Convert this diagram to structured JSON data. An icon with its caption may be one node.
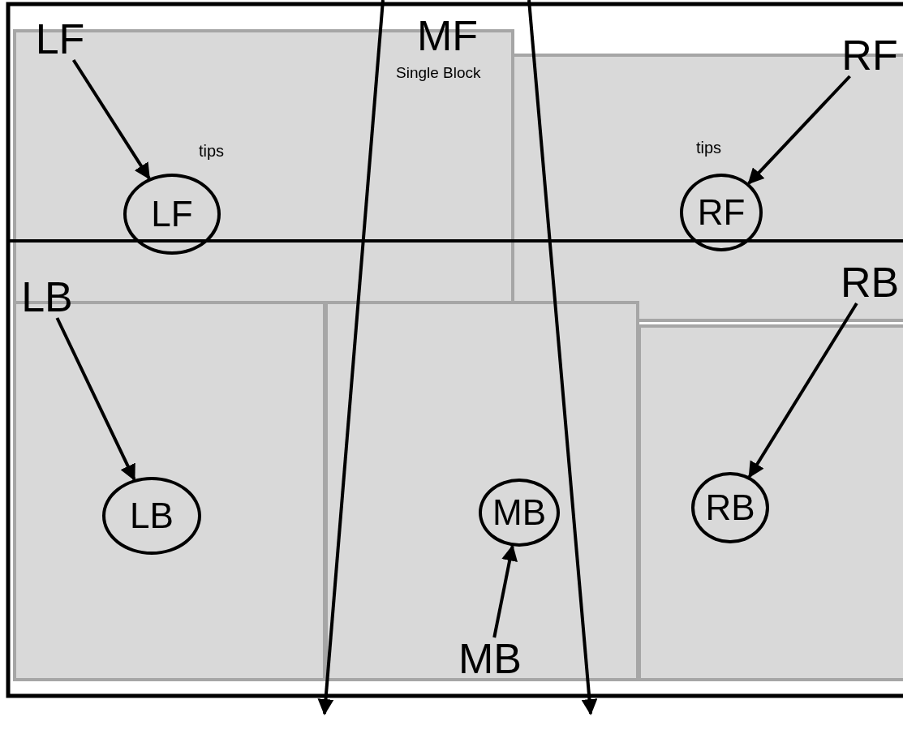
{
  "diagram": {
    "nodes": [
      {
        "text": [
          "LF"
        ]
      },
      {
        "text": [
          "RF"
        ]
      },
      {
        "text": [
          "LF"
        ]
      },
      {
        "text": [
          "RF"
        ]
      },
      {
        "text": [
          "LB"
        ]
      },
      {
        "text": [
          "RB"
        ]
      },
      {
        "text": [
          "LB"
        ]
      },
      {
        "text": [
          "MB"
        ]
      },
      {
        "text": [
          "RB"
        ]
      },
      {
        "text": [
          "MB"
        ]
      }
    ],
    "edges": [
      {
        "from": 0,
        "to": 2,
        "arrow": "to"
      },
      {
        "from": 1,
        "to": 3,
        "arrow": "to"
      },
      {
        "from": 4,
        "to": 6,
        "arrow": "to"
      },
      {
        "from": 5,
        "to": 8,
        "arrow": "to"
      },
      {
        "from": 9,
        "to": 7,
        "arrow": "to"
      }
    ],
    "labels": [
      "MF",
      "Single Block",
      "tips",
      "tips"
    ]
  }
}
